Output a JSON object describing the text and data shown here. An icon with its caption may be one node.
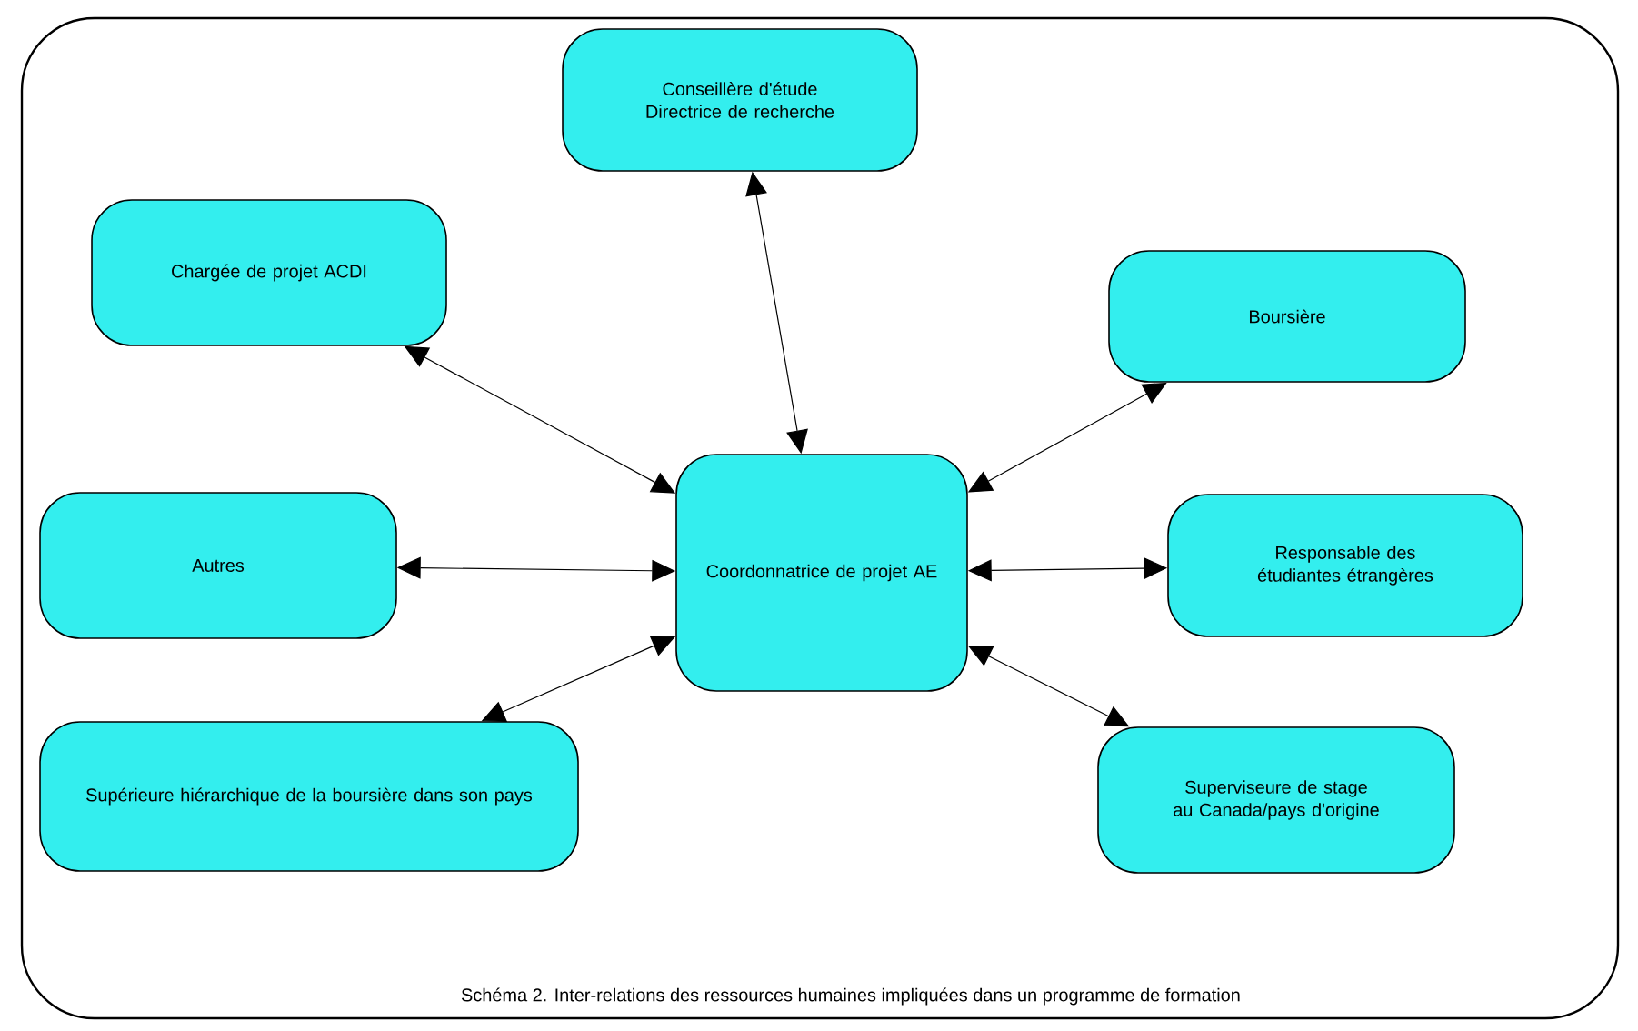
{
  "diagram": {
    "caption": "Schéma 2. Inter-relations des ressources humaines impliquées dans un programme de formation",
    "nodes": [
      {
        "text": [
          "Conseillère d'étude Directrice de recherche"
        ]
      },
      {
        "text": [
          "Chargée de projet ACDI"
        ]
      },
      {
        "text": [
          "Boursière"
        ]
      },
      {
        "text": [
          "Autres"
        ]
      },
      {
        "text": [
          "Coordonnatrice de projet AE"
        ]
      },
      {
        "text": [
          "Responsable des étudiantes étrangères"
        ]
      },
      {
        "text": [
          "Supérieure hiérarchique de la boursière dans son pays"
        ]
      },
      {
        "text": [
          "Superviseure de stage au Canada/pays d'origine"
        ]
      }
    ],
    "edges": [
      {
        "from": 4,
        "to": 0,
        "arrow": "both"
      },
      {
        "from": 4,
        "to": 1,
        "arrow": "both"
      },
      {
        "from": 4,
        "to": 2,
        "arrow": "both"
      },
      {
        "from": 4,
        "to": 3,
        "arrow": "both"
      },
      {
        "from": 4,
        "to": 5,
        "arrow": "both"
      },
      {
        "from": 4,
        "to": 6,
        "arrow": "both"
      },
      {
        "from": 4,
        "to": 7,
        "arrow": "both"
      }
    ]
  }
}
